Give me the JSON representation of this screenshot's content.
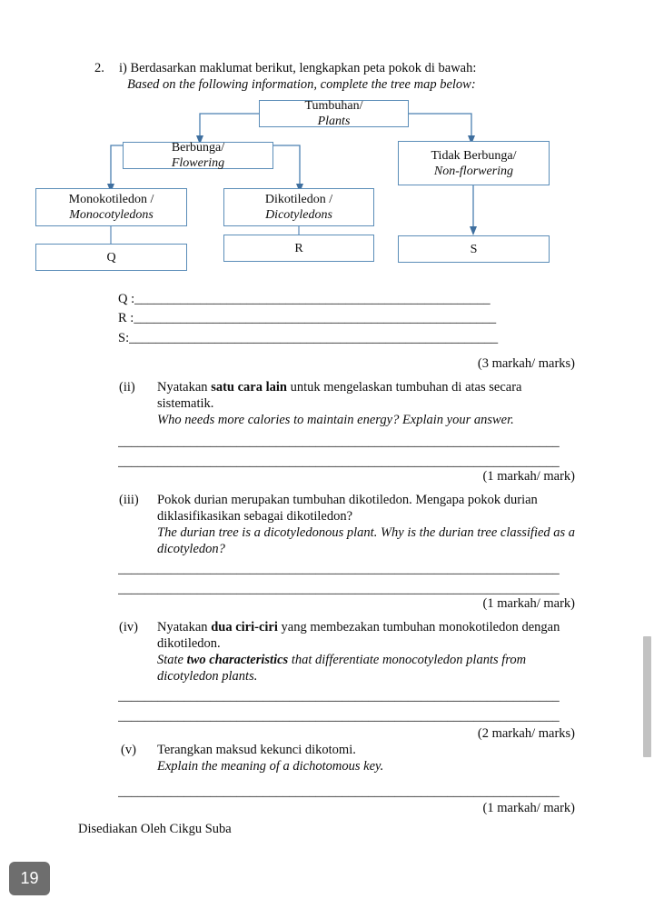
{
  "question": {
    "number": "2.",
    "part_label": "i)",
    "stem_bm": "Berdasarkan maklumat berikut, lengkapkan peta pokok di bawah:",
    "stem_en": "Based on the following information, complete the tree map below:"
  },
  "tree_map": {
    "boxes": [
      {
        "id": "root",
        "bm": "Tumbuhan/ ",
        "en": "Plants"
      },
      {
        "id": "flowering",
        "bm": "Berbunga/",
        "en": "Flowering"
      },
      {
        "id": "non-flowering",
        "bm": "Tidak Berbunga/ ",
        "en": "Non-florwering"
      },
      {
        "id": "monocotyledon",
        "bm": "Monokotiledon /",
        "en": "Monocotyledons"
      },
      {
        "id": "dicotyledon",
        "bm": "Dikotiledon /",
        "en": "Dicotyledons"
      },
      {
        "id": "answer-q",
        "bm": "Q",
        "en": ""
      },
      {
        "id": "answer-r",
        "bm": "R",
        "en": ""
      },
      {
        "id": "answer-s",
        "bm": "S",
        "en": ""
      }
    ],
    "border_color": "#5b8db8",
    "connector_color": "#3f6f9f"
  },
  "fill_blanks": [
    {
      "label": "Q :",
      "rule": "______________________________________________________"
    },
    {
      "label": "R :",
      "rule": "_______________________________________________________"
    },
    {
      "label": "S:",
      "rule": "________________________________________________________"
    }
  ],
  "marks": {
    "three": "(3 markah/ marks)",
    "one": "(1 markah/ mark)",
    "two": "(2 markah/ marks)"
  },
  "answer_rule": "___________________________________________________________________",
  "parts": [
    {
      "roman": "(ii)",
      "bm_pre": "Nyatakan ",
      "bm_bold": "satu cara lain",
      "bm_post": " untuk mengelaskan tumbuhan di atas secara sistematik.",
      "en_pre": "Who needs more calories to maintain energy? Explain your answer.",
      "en_bold": "",
      "en_post": "",
      "marks": "(1 markah/ mark)"
    },
    {
      "roman": "(iii)",
      "bm_pre": "Pokok durian merupakan tumbuhan dikotiledon. Mengapa pokok durian diklasifikasikan sebagai dikotiledon?",
      "bm_bold": "",
      "bm_post": "",
      "en_pre": "The durian tree is a dicotyledonous plant. Why is the durian tree classified as a dicotyledon?",
      "en_bold": "",
      "en_post": "",
      "marks": "(1 markah/ mark)"
    },
    {
      "roman": "(iv)",
      "bm_pre": "Nyatakan ",
      "bm_bold": "dua ciri-ciri",
      "bm_post": " yang membezakan tumbuhan monokotiledon dengan dikotiledon.",
      "en_pre": "State ",
      "en_bold": "two characteristics",
      "en_post": " that differentiate monocotyledon plants from dicotyledon plants.",
      "marks": "(2 markah/ marks)"
    },
    {
      "roman": "(v)",
      "bm_pre": "Terangkan maksud kekunci dikotomi.",
      "bm_bold": "",
      "bm_post": "",
      "en_pre": "Explain the meaning of a dichotomous key.",
      "en_bold": "",
      "en_post": "",
      "marks": "(1 markah/ mark)"
    }
  ],
  "footer": "Disediakan Oleh Cikgu Suba",
  "page_badge": "19"
}
